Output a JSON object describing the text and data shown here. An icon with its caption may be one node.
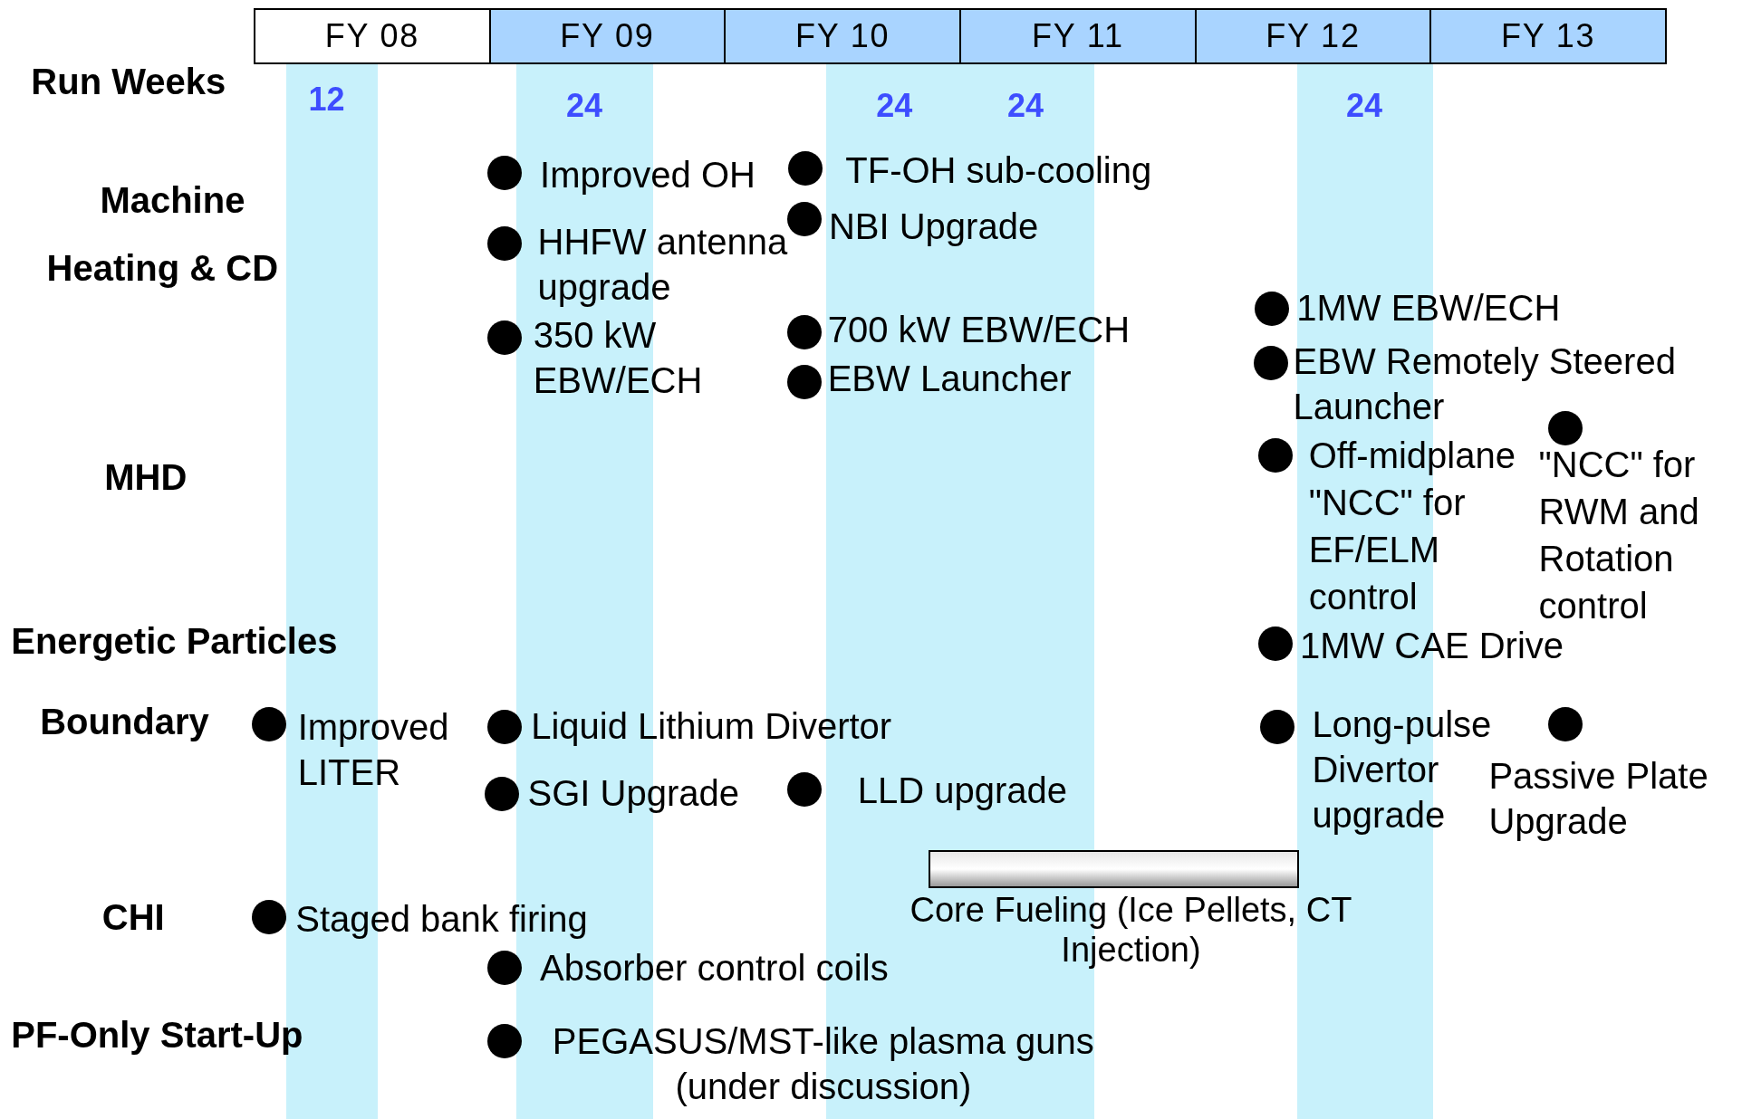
{
  "diagram": {
    "nodes": [
      {
        "text": [
          "FY 08"
        ]
      },
      {
        "text": [
          "FY 09"
        ]
      },
      {
        "text": [
          "FY 10"
        ]
      },
      {
        "text": [
          "FY 11"
        ]
      },
      {
        "text": [
          "FY 12"
        ]
      },
      {
        "text": [
          "FY 13"
        ]
      },
      {
        "text": [],
        "shape": "bar",
        "beside": [
          "Core Fueling (Ice Pellets, CT Injection)"
        ]
      }
    ],
    "edges": [],
    "labels": [
      "Run Weeks",
      "12",
      "24",
      "24",
      "24",
      "24",
      "Machine",
      "Improved OH",
      "TF-OH sub-cooling",
      "Heating & CD",
      "HHFW antenna upgrade",
      "NBI Upgrade",
      "350 kW EBW/ECH",
      "700 kW EBW/ECH",
      "1MW EBW/ECH",
      "EBW Launcher",
      "EBW Remotely Steered Launcher",
      "MHD",
      "Off-midplane \"NCC\" for EF/ELM control",
      "\"NCC\" for RWM and Rotation control",
      "Energetic Particles",
      "1MW CAE Drive",
      "Boundary",
      "Improved LITER",
      "Liquid Lithium Divertor",
      "Long-pulse Divertor upgrade",
      "Passive Plate Upgrade",
      "SGI Upgrade",
      "LLD upgrade",
      "CHI",
      "Staged bank firing",
      "Absorber control coils",
      "PF-Only Start-Up",
      "PEGASUS/MST-like plasma guns (under discussion)"
    ]
  }
}
